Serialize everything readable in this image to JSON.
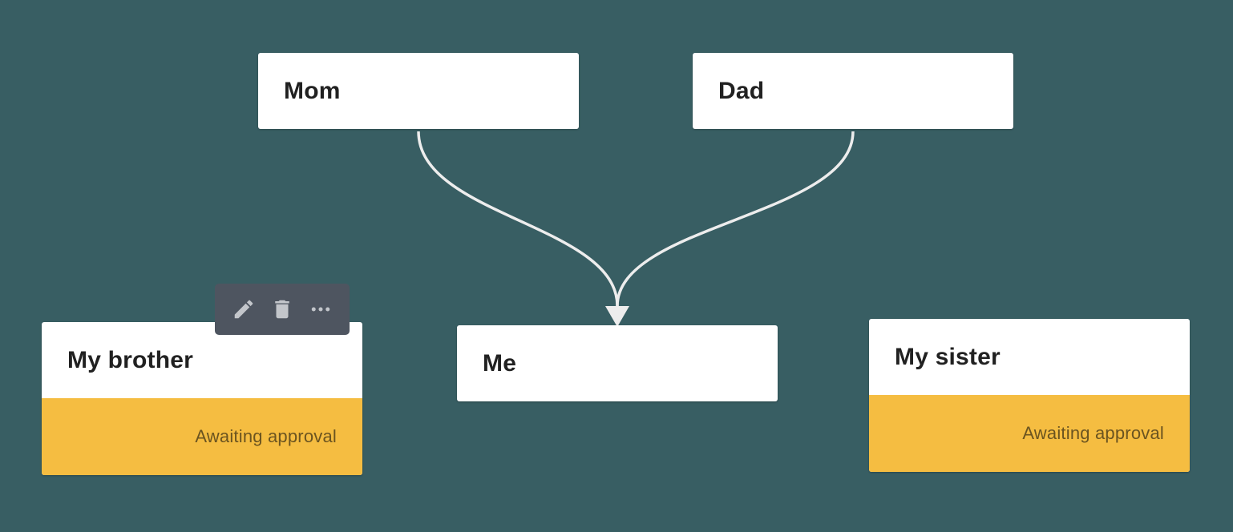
{
  "colors": {
    "background": "#385e63",
    "card": "#ffffff",
    "label_text": "#212121",
    "pending_band": "#f5bd41",
    "pending_text": "#6b5420",
    "edge": "#ededed",
    "toolbar_bg": "#4e5560",
    "toolbar_icon": "#c3c6cb"
  },
  "nodes": {
    "mom": {
      "label": "Mom"
    },
    "dad": {
      "label": "Dad"
    },
    "me": {
      "label": "Me"
    },
    "brother": {
      "label": "My brother",
      "status": "Awaiting approval"
    },
    "sister": {
      "label": "My sister",
      "status": "Awaiting approval"
    }
  },
  "edges": [
    {
      "from": "Mom",
      "to": "Me"
    },
    {
      "from": "Dad",
      "to": "Me"
    }
  ],
  "toolbar": {
    "attached_to": "My brother",
    "actions": [
      {
        "icon": "pencil-icon"
      },
      {
        "icon": "trash-icon"
      },
      {
        "icon": "more-horizontal-icon"
      }
    ]
  }
}
